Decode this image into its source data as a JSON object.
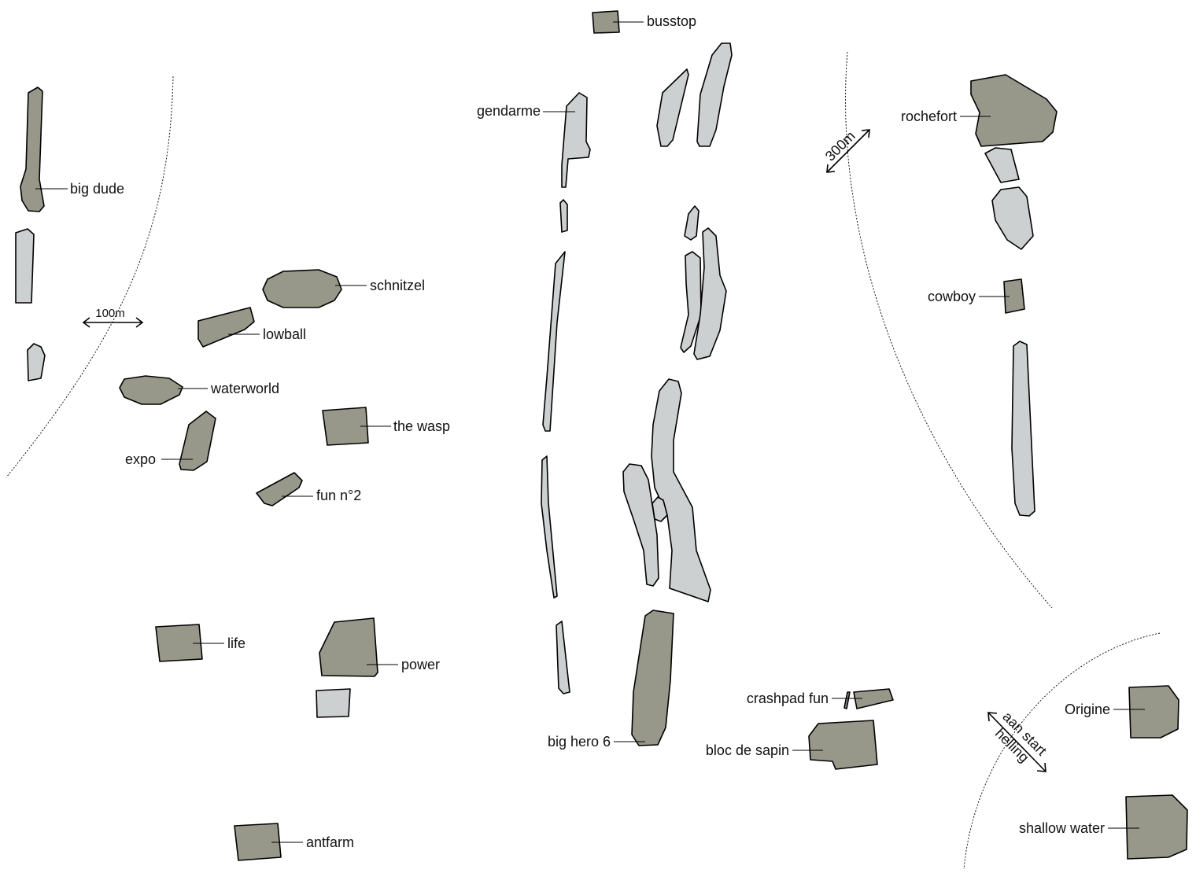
{
  "colors": {
    "dark_boulder": "#97978a",
    "light_boulder": "#cdd0d0",
    "outline": "#000000"
  },
  "scales": {
    "left": "100m",
    "right": "300m",
    "bottom_right_line1": "aan start",
    "bottom_right_line2": "helling"
  },
  "labels": {
    "busstop": "busstop",
    "gendarme": "gendarme",
    "big_dude": "big dude",
    "schnitzel": "schnitzel",
    "lowball": "lowball",
    "waterworld": "waterworld",
    "the_wasp": "the wasp",
    "expo": "expo",
    "fun_n2": "fun n°2",
    "life": "life",
    "power": "power",
    "antfarm": "antfarm",
    "big_hero_6": "big hero 6",
    "crashpad_fun": "crashpad fun",
    "bloc_de_sapin": "bloc de sapin",
    "rochefort": "rochefort",
    "cowboy": "cowboy",
    "origine": "Origine",
    "shallow_water": "shallow water"
  }
}
